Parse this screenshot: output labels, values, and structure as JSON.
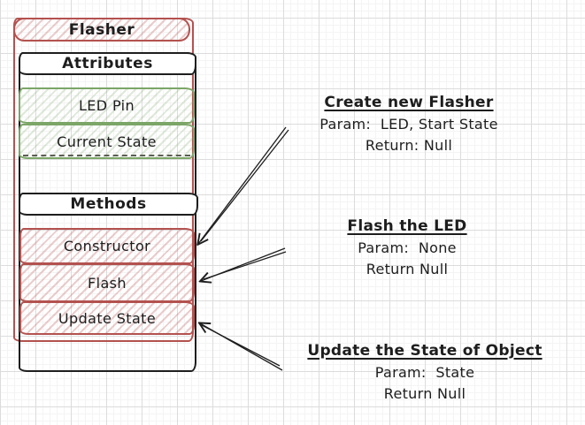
{
  "class_diagram": {
    "title": "Flasher",
    "attributes_header": "Attributes",
    "attributes": [
      "LED Pin",
      "Current State"
    ],
    "methods_header": "Methods",
    "methods": [
      "Constructor",
      "Flash",
      "Update State"
    ]
  },
  "annotations": [
    {
      "title": "Create new Flasher",
      "param": "Param:  LED, Start State",
      "return": "Return: Null"
    },
    {
      "title": "Flash the LED",
      "param": "Param:  None",
      "return": "Return Null"
    },
    {
      "title": "Update the State of Object",
      "param": "Param:  State",
      "return": "Return Null"
    }
  ],
  "colors": {
    "red_stroke": "#b3524f",
    "green_stroke": "#7ca668",
    "ink": "#1e1e1e",
    "grid_major": "#dcdcdc",
    "grid_minor": "#f4f4f4"
  }
}
